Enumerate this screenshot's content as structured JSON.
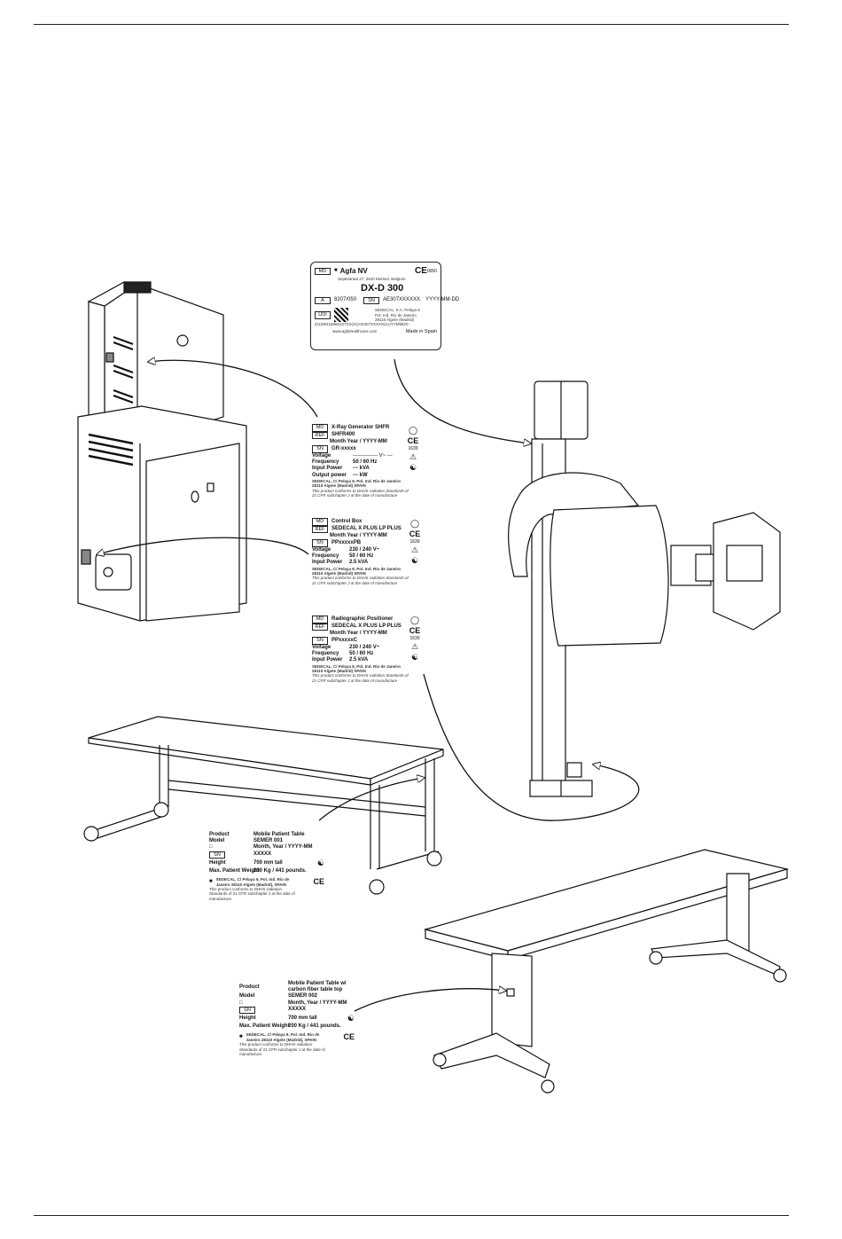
{
  "agfa_label": {
    "md": "MD",
    "brand": "Agfa NV",
    "brand_address": "Septestraat 27, 2640 Mortsel, Belgium",
    "ce": "CE",
    "ce_num": "0050",
    "model": "DX-D 300",
    "ref_tag": "A",
    "ref": "8207/050",
    "sn_tag": "SN",
    "sn": "AE307XXXXXX",
    "date": "YYYY-MM-DD",
    "udi_tag": "UDI",
    "fine1": "(01)05415866107XX(21)AE307XXXXX(11)YYMMDD",
    "fine2": "SEDECAL, S.A. Pelaya 9",
    "fine3": "Pol. Ind. Rio de Janeiro",
    "fine4": "28110 Algete (Madrid)",
    "footer": "www.agfahealthcare.com",
    "made": "Made in Spain"
  },
  "generator_label": {
    "md": "MD",
    "title": "X-Ray Generator SHFR",
    "ref_tag": "REF",
    "ref": "SHFR400",
    "date": "Month Year / YYYY-MM",
    "sn_tag": "SN",
    "sn": "GR-xxxxx",
    "voltage_k": "Voltage",
    "voltage_v": "-------------- V~ ---",
    "freq_k": "Frequency",
    "freq_v": "50 / 60 Hz",
    "inpow_k": "Input Power",
    "inpow_v": "--- kVA",
    "outpow_k": "Output power",
    "outpow_v": "--- kW",
    "mfr": "SEDECAL, C/ Pelaya 9, Pol. Ind. Rio de Janeiro 28110 Algete (Madrid) SPAIN",
    "note": "This product conforms to DHHS radiation Standards of 21 CFR subchapter J at the date of manufacture",
    "num": "1639"
  },
  "control_label": {
    "md": "MD",
    "title": "Control Box",
    "ref_tag": "REF",
    "ref": "SEDECAL X PLUS LP PLUS",
    "date": "Month Year / YYYY-MM",
    "sn_tag": "SN",
    "sn": "PPxxxxxPB",
    "voltage_k": "Voltage",
    "voltage_v": "230 / 240 V~",
    "freq_k": "Frequency",
    "freq_v": "50 / 60 Hz",
    "inpow_k": "Input Power",
    "inpow_v": "2.5 kVA",
    "mfr": "SEDECAL, C/ Pelaya 9, Pol. Ind. Rio de Janeiro 28110 Algete (Madrid) SPAIN",
    "note": "This product conforms to DHHS radiation Standards of 21 CFR subchapter J at the date of manufacture",
    "num": "1639"
  },
  "positioner_label": {
    "md": "MD",
    "title": "Radiographic Positioner",
    "ref_tag": "REF",
    "ref": "SEDECAL X PLUS LP PLUS",
    "date": "Month Year / YYYY-MM",
    "sn_tag": "SN",
    "sn": "PPxxxxxC",
    "voltage_k": "Voltage",
    "voltage_v": "230 / 240 V~",
    "freq_k": "Frequency",
    "freq_v": "50 / 60 Hz",
    "inpow_k": "Input Power",
    "inpow_v": "2.5 kVA",
    "mfr": "SEDECAL, C/ Pelaya 9, Pol. Ind. Rio de Janeiro 28110 Algete (Madrid) SPAIN",
    "note": "This product conforms to DHHS radiation Standards of 21 CFR subchapter J at the date of manufacture",
    "num": "1639"
  },
  "table1_label": {
    "product_k": "Product",
    "product_v": "Mobile Patient Table",
    "model_k": "Model",
    "model_v": "SEMER 001",
    "date_v": "Month, Year / YYYY-MM",
    "sn_tag": "SN",
    "sn_v": "XXXXX",
    "height_k": "Height",
    "height_v": "700 mm tall",
    "weight_k": "Max. Patient Weight",
    "weight_v": "200 Kg / 441 pounds.",
    "mfr": "SEDECAL, C/ Pelaya 9, Pol. Ind. Rio de Janeiro 28110 Algete (Madrid), SPAIN",
    "note": "This product conforms to DHHS radiation Standards of 21 CFR subchapter J at the date of manufacture."
  },
  "table2_label": {
    "product_k": "Product",
    "product_v": "Mobile Patient Table w/ carbon fiber table top",
    "model_k": "Model",
    "model_v": "SEMER 002",
    "date_v": "Month, Year / YYYY-MM",
    "sn_tag": "SN",
    "sn_v": "XXXXX",
    "height_k": "Height",
    "height_v": "700 mm tall",
    "weight_k": "Max. Patient Weight",
    "weight_v": "200 Kg / 441 pounds.",
    "mfr": "SEDECAL, C/ Pelaya 9, Pol. Ind. Rio de Janeiro 28110 Algete (Madrid), SPAIN",
    "note": "This product conforms to DHHS radiation Standards of 21 CFR subchapter J at the date of manufacture."
  }
}
